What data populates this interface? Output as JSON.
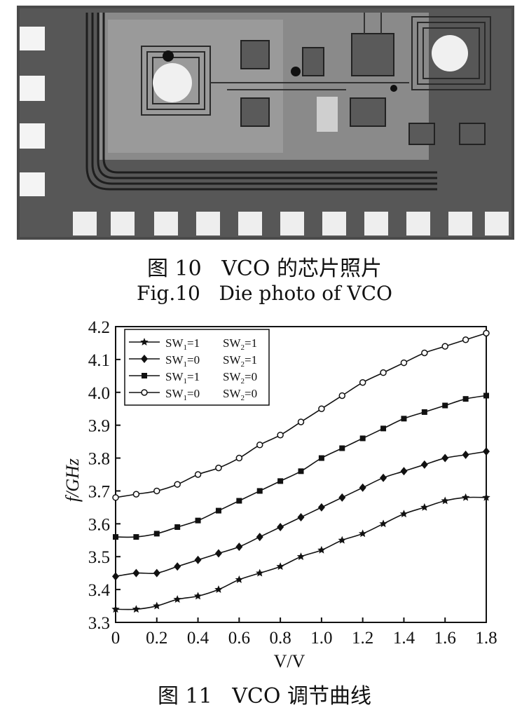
{
  "figure10": {
    "caption_cn": "图 10   VCO 的芯片照片",
    "caption_en": "Fig.10   Die photo of VCO"
  },
  "figure11": {
    "caption_cn": "图 11   VCO 调节曲线"
  },
  "chart_data": {
    "type": "line",
    "xlabel": "V/V",
    "ylabel": "f/GHz",
    "xlim": [
      0,
      1.8
    ],
    "ylim": [
      3.3,
      4.2
    ],
    "x_ticks": [
      "0",
      "0.2",
      "0.4",
      "0.6",
      "0.8",
      "1.0",
      "1.2",
      "1.4",
      "1.6",
      "1.8"
    ],
    "y_ticks": [
      "3.3",
      "3.4",
      "3.5",
      "3.6",
      "3.7",
      "3.8",
      "3.9",
      "4.0",
      "4.1",
      "4.2"
    ],
    "grid": false,
    "legend_position": "top-left",
    "x": [
      0,
      0.1,
      0.2,
      0.3,
      0.4,
      0.5,
      0.6,
      0.7,
      0.8,
      0.9,
      1.0,
      1.1,
      1.2,
      1.3,
      1.4,
      1.5,
      1.6,
      1.7,
      1.8
    ],
    "series": [
      {
        "name": "SW1=1  SW2=1",
        "sw1": "1",
        "sw2": "1",
        "marker": "star",
        "values": [
          3.34,
          3.34,
          3.35,
          3.37,
          3.38,
          3.4,
          3.43,
          3.45,
          3.47,
          3.5,
          3.52,
          3.55,
          3.57,
          3.6,
          3.63,
          3.65,
          3.67,
          3.68,
          3.68
        ]
      },
      {
        "name": "SW1=0  SW2=1",
        "sw1": "0",
        "sw2": "1",
        "marker": "diamond",
        "values": [
          3.44,
          3.45,
          3.45,
          3.47,
          3.49,
          3.51,
          3.53,
          3.56,
          3.59,
          3.62,
          3.65,
          3.68,
          3.71,
          3.74,
          3.76,
          3.78,
          3.8,
          3.81,
          3.82
        ]
      },
      {
        "name": "SW1=1  SW2=0",
        "sw1": "1",
        "sw2": "0",
        "marker": "square",
        "values": [
          3.56,
          3.56,
          3.57,
          3.59,
          3.61,
          3.64,
          3.67,
          3.7,
          3.73,
          3.76,
          3.8,
          3.83,
          3.86,
          3.89,
          3.92,
          3.94,
          3.96,
          3.98,
          3.99
        ]
      },
      {
        "name": "SW1=0  SW2=0",
        "sw1": "0",
        "sw2": "0",
        "marker": "circle",
        "values": [
          3.68,
          3.69,
          3.7,
          3.72,
          3.75,
          3.77,
          3.8,
          3.84,
          3.87,
          3.91,
          3.95,
          3.99,
          4.03,
          4.06,
          4.09,
          4.12,
          4.14,
          4.16,
          4.18
        ]
      }
    ]
  }
}
